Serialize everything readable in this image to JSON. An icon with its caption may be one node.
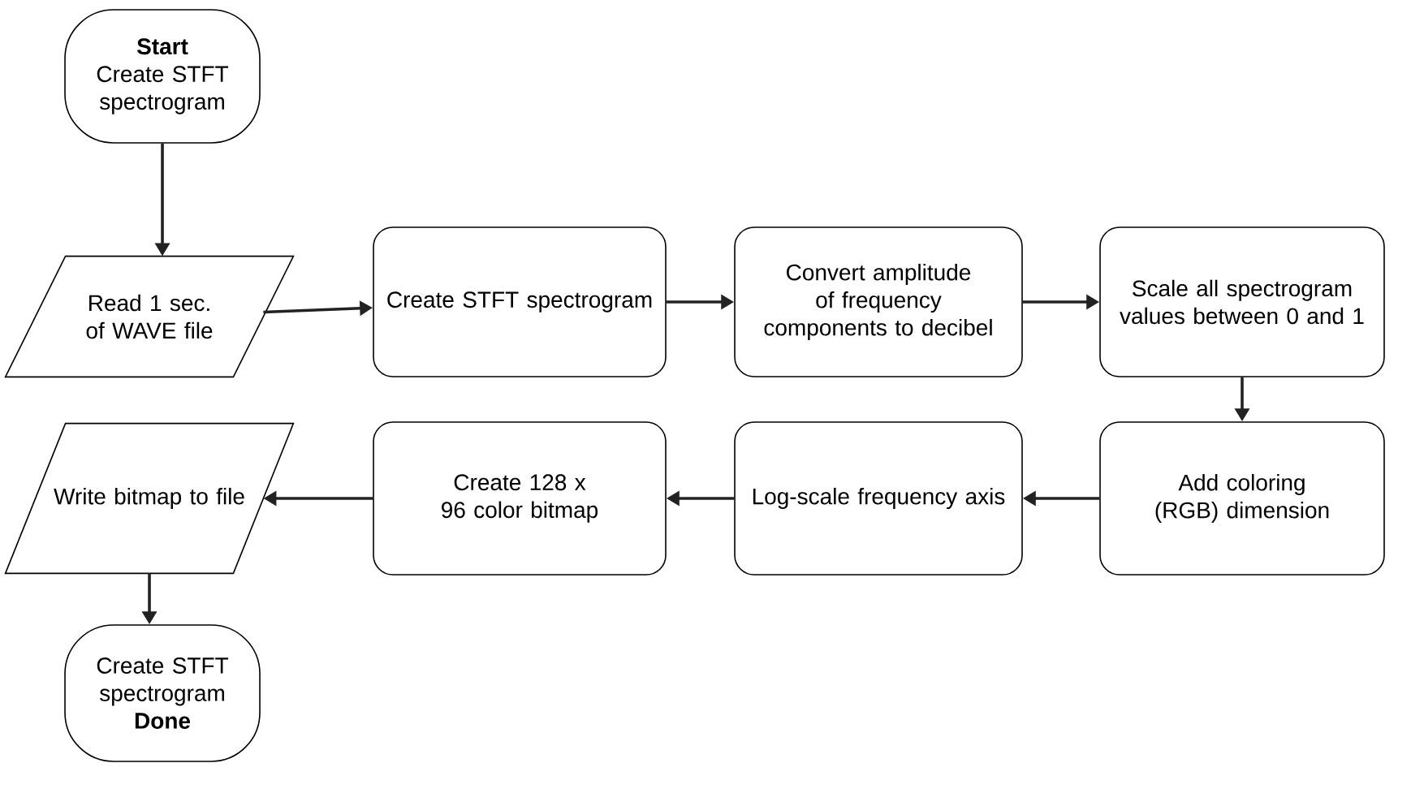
{
  "diagram": {
    "nodes": [
      {
        "text": [
          "Start",
          "Create STFT spectrogram"
        ]
      },
      {
        "text": [
          "Read 1 sec. of WAVE file"
        ]
      },
      {
        "text": [
          "Create STFT spectrogram"
        ]
      },
      {
        "text": [
          "Convert amplitude of frequency components to decibel"
        ]
      },
      {
        "text": [
          "Scale all spectrogram values between 0 and 1"
        ]
      },
      {
        "text": [
          "Add coloring (RGB) dimension"
        ]
      },
      {
        "text": [
          "Log-scale frequency axis"
        ]
      },
      {
        "text": [
          "Create 128 x 96 color bitmap"
        ]
      },
      {
        "text": [
          "Write bitmap to file"
        ]
      },
      {
        "text": [
          "Create STFT spectrogram",
          "Done"
        ]
      }
    ],
    "edges": [
      {
        "from": 0,
        "to": 1,
        "arrow": "to"
      },
      {
        "from": 1,
        "to": 2,
        "arrow": "to"
      },
      {
        "from": 2,
        "to": 3,
        "arrow": "to"
      },
      {
        "from": 3,
        "to": 4,
        "arrow": "to"
      },
      {
        "from": 4,
        "to": 5,
        "arrow": "to"
      },
      {
        "from": 5,
        "to": 6,
        "arrow": "to"
      },
      {
        "from": 6,
        "to": 7,
        "arrow": "to"
      },
      {
        "from": 7,
        "to": 8,
        "arrow": "to"
      },
      {
        "from": 8,
        "to": 9,
        "arrow": "to"
      }
    ]
  }
}
